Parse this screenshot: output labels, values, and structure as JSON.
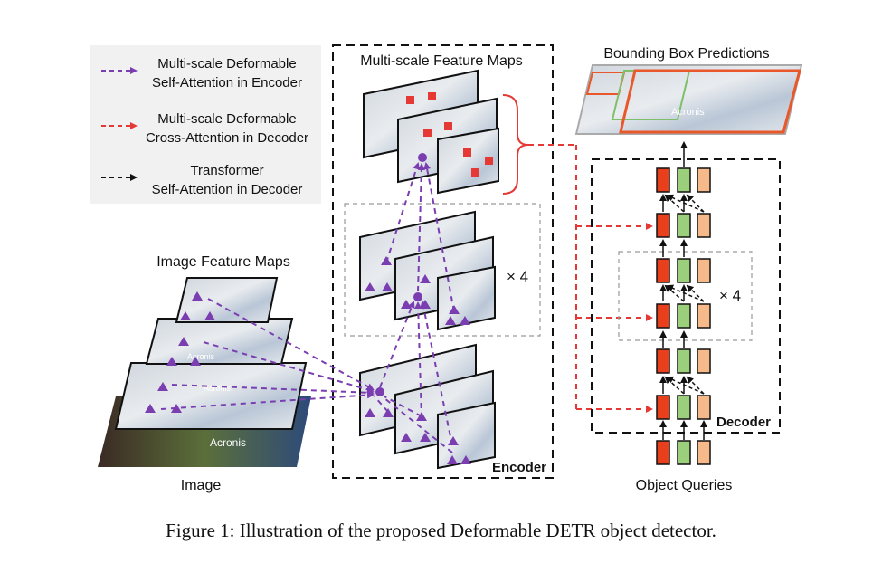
{
  "legend": {
    "items": [
      {
        "line1": "Multi-scale Deformable",
        "line2": "Self-Attention in Encoder",
        "color": "#7a3eb1"
      },
      {
        "line1": "Multi-scale Deformable",
        "line2": "Cross-Attention in Decoder",
        "color": "#e53935"
      },
      {
        "line1": "Transformer",
        "line2": "Self-Attention in Decoder",
        "color": "#111111"
      }
    ]
  },
  "labels": {
    "image_feature_maps": "Image Feature Maps",
    "image": "Image",
    "multiscale_feature_maps": "Multi-scale Feature Maps",
    "encoder": "Encoder",
    "encoder_repeat": "× 4",
    "bbox_predictions": "Bounding Box Predictions",
    "decoder": "Decoder",
    "decoder_repeat": "× 4",
    "object_queries": "Object Queries",
    "image_text": "Acronis"
  },
  "caption": "Figure 1: Illustration of the proposed Deformable DETR object detector.",
  "colors": {
    "encoder_attention": "#7a3eb1",
    "decoder_cross_attention": "#e53935",
    "decoder_self_attention": "#111111",
    "query_red": "#e8401c",
    "query_green": "#9ccf7c",
    "query_peach": "#f6b98a",
    "bbox": "#e8582a"
  }
}
